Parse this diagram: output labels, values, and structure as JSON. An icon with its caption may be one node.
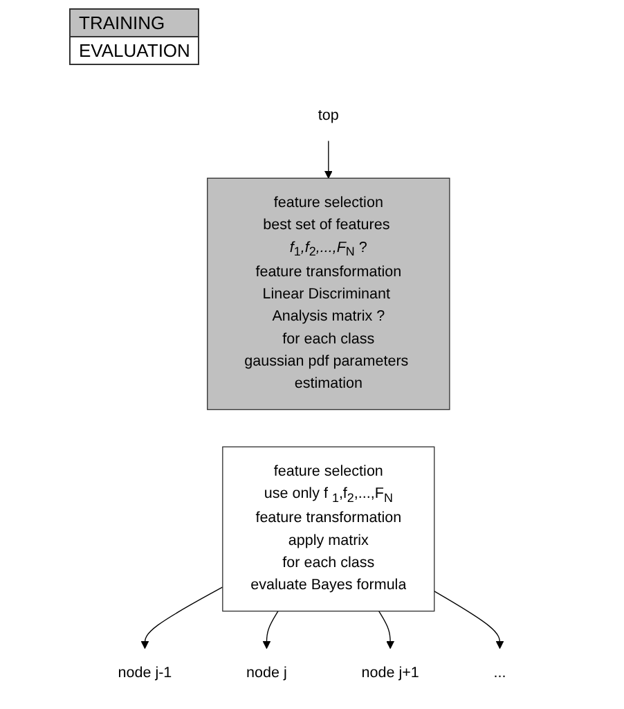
{
  "diagram": {
    "nodes": [
      {
        "text": [
          "top"
        ]
      },
      {
        "text": [
          "feature selection",
          "best set of features *f*$_{1}$*,f*$_{2}$*,...,F*$_{N}$ ?",
          "feature transformation",
          "Linear Discriminant Analysis matrix ?",
          "for each class",
          "gaussian pdf parameters estimation"
        ]
      },
      {
        "text": [
          "feature selection",
          "use only f $_{1}$,f$_{2}$,...,F$_{N}$",
          "feature transformation",
          "apply matrix",
          "for each class",
          "evaluate Bayes formula"
        ]
      },
      {
        "text": [
          "node j-1"
        ]
      },
      {
        "text": [
          "node j"
        ]
      },
      {
        "text": [
          "node j+1"
        ]
      },
      {
        "text": [
          "..."
        ]
      }
    ],
    "edges": [
      {
        "from": 0,
        "to": 1,
        "arrow": "to"
      },
      {
        "from": 2,
        "to": 3,
        "arrow": "to"
      },
      {
        "from": 2,
        "to": 4,
        "arrow": "to"
      },
      {
        "from": 2,
        "to": 5,
        "arrow": "to"
      },
      {
        "from": 2,
        "to": 6,
        "arrow": "to"
      }
    ],
    "legend": [
      {
        "text": "TRAINING",
        "color": "#c0c0c0"
      },
      {
        "text": "EVALUATION",
        "color": "#ffffff"
      }
    ]
  }
}
